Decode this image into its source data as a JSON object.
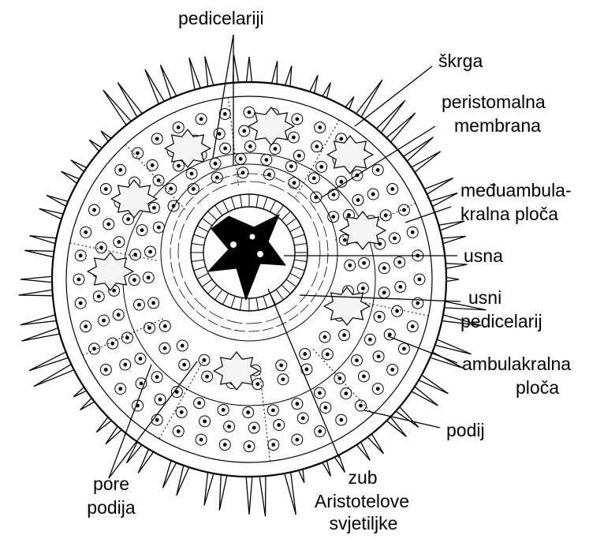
{
  "labels": {
    "pedicelariji": "pedicelariji",
    "skrga": "škrga",
    "peristomalna_1": "peristomalna",
    "peristomalna_2": "membrana",
    "meduambulakralna_1": "međuambula-",
    "meduambulakralna_2": "kralna ploča",
    "usna": "usna",
    "usni_pedicelarij_1": "usni",
    "usni_pedicelarij_2": "pedicelarij",
    "ambulakralna_1": "ambulakralna",
    "ambulakralna_2": "ploča",
    "podij": "podij",
    "pore_podija_1": "pore",
    "pore_podija_2": "podija",
    "zub_1": "zub",
    "zub_2": "Aristotelove",
    "zub_3": "svjetiljke"
  },
  "colors": {
    "ink": "#000000",
    "paper": "#ffffff",
    "gill_fill": "#f4f4f4"
  }
}
